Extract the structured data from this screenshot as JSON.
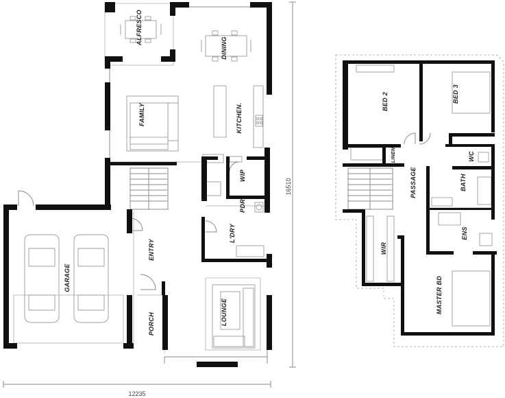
{
  "ground_floor": {
    "rooms": {
      "alfresco": "ALFRESCO",
      "dining": "DINING",
      "family": "FAMILY",
      "kitchen": "KITCHEN.",
      "wip": "WIP",
      "pdr": "PDR",
      "laundry": "L'DRY",
      "entry": "ENTRY",
      "garage": "GARAGE",
      "porch": "PORCH",
      "lounge": "LOUNGE"
    }
  },
  "upper_floor": {
    "rooms": {
      "bed2": "BED 2",
      "bed3": "BED 3",
      "linen": "LINEN",
      "wc": "WC",
      "passage": "PASSAGE",
      "bath": "BATH",
      "wir": "WIR",
      "ens": "ENS",
      "master": "MASTER BD"
    }
  },
  "dimensions": {
    "width": "12235",
    "depth": "16510"
  },
  "colors": {
    "wall": "#111111",
    "line": "#8a8a8a",
    "label": "#222222"
  }
}
